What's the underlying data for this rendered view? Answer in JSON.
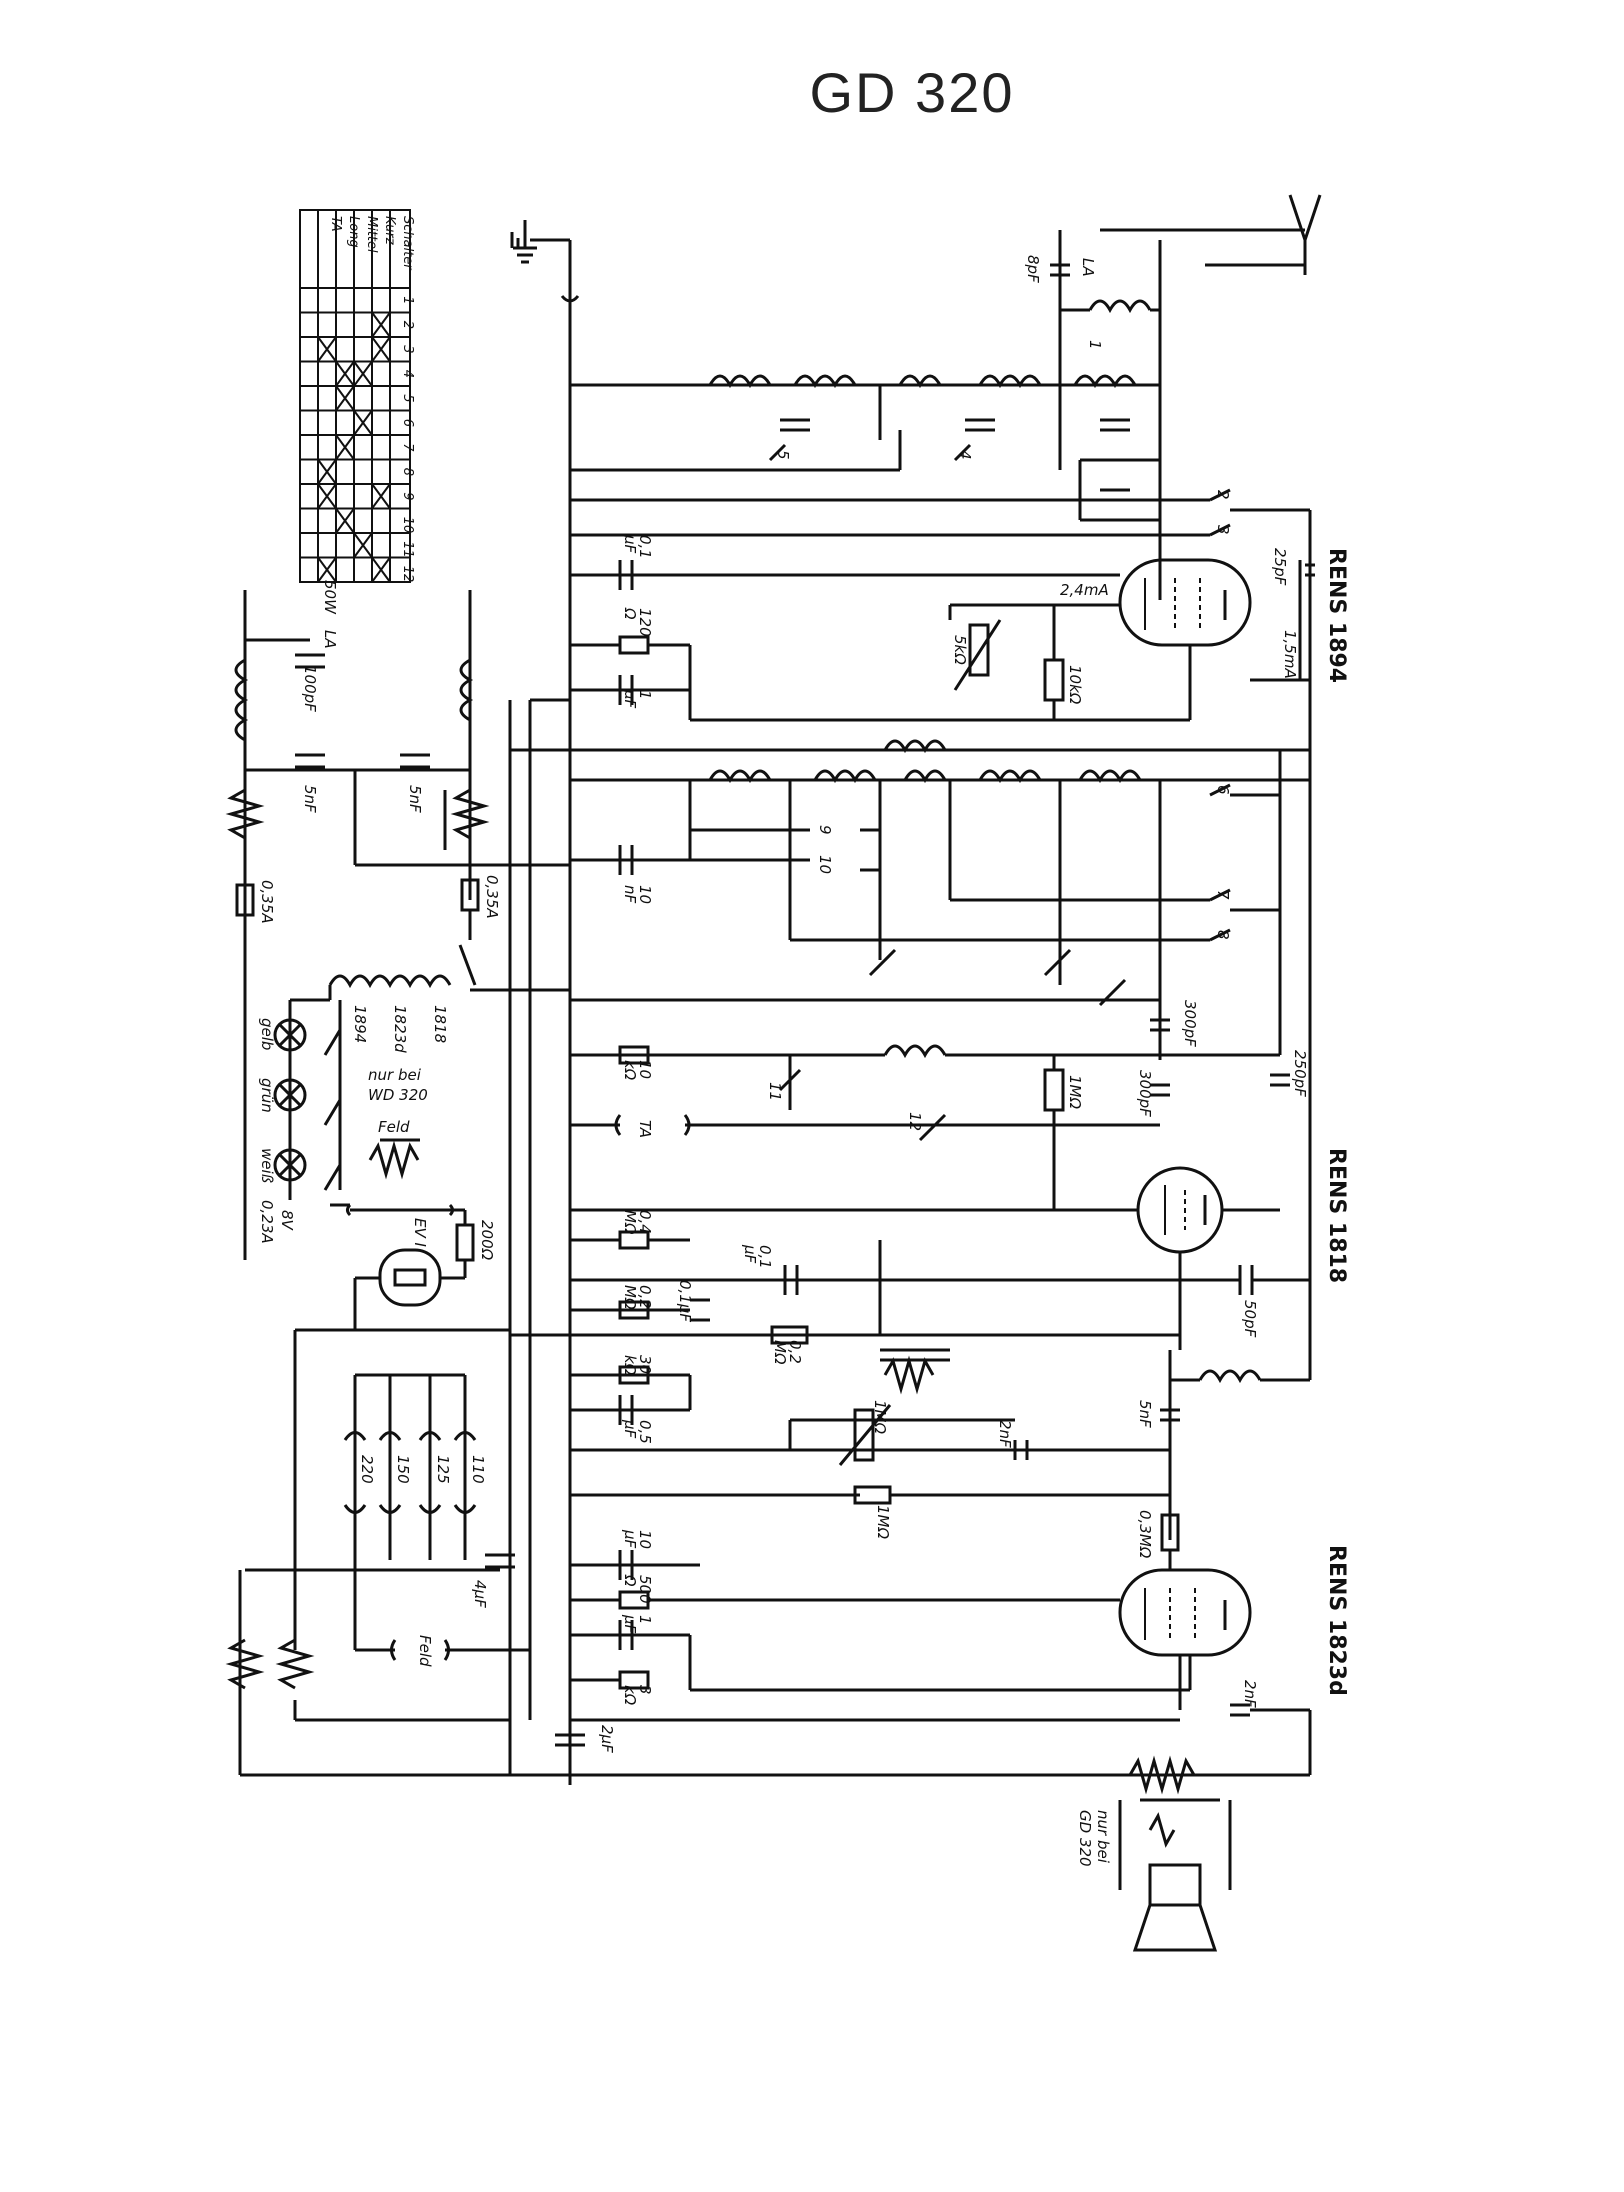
{
  "title": "GD 320",
  "tubes": [
    {
      "id": "t1",
      "name": "RENS 1894"
    },
    {
      "id": "t2",
      "name": "RENS 1818"
    },
    {
      "id": "t3",
      "name": "RENS 1823d"
    }
  ],
  "switch_table": {
    "header": "Schalter",
    "columns": [
      "1",
      "2",
      "3",
      "4",
      "5",
      "6",
      "7",
      "8",
      "9",
      "10",
      "11",
      "12"
    ],
    "rows": [
      "Kurz",
      "Mittel",
      "Long",
      "TA"
    ]
  },
  "labels": {
    "l_8pf": "8pF",
    "l_la_top": "LA",
    "l_25pf": "25pF",
    "l_24ma": "2,4mA",
    "l_15ma": "1,5mA",
    "l_5k": "5kΩ",
    "l_10k": "10kΩ",
    "l_120": "120",
    "l_120u": "Ω",
    "l_01": "0,1",
    "l_01u": "μF",
    "l_1": "1",
    "l_1u": "μF",
    "l_10nf": "10",
    "l_10nfu": "nF",
    "l_300pf_a": "300pF",
    "l_300pf_b": "300pF",
    "l_250pf": "250pF",
    "l_1mohm": "1MΩ",
    "l_10kohm": "10",
    "l_10kohmu": "kΩ",
    "l_ta": "TA",
    "l_50w": "50W",
    "l_la": "LA",
    "l_100pf": "100pF",
    "l_5nf_a": "5nF",
    "l_5nf_b": "5nF",
    "l_035a_a": "0,35A",
    "l_035a_b": "0,35A",
    "l_1894": "1894",
    "l_1823d": "1823d",
    "l_1818": "1818",
    "l_gelb": "gelb",
    "l_grun": "grün",
    "l_weiss": "weiß",
    "l_8v": "8V",
    "l_023a": "0,23A",
    "l_nur": "nur bei",
    "l_wd320": "WD 320",
    "l_feld": "Feld",
    "l_ev1": "EV I",
    "l_200": "200Ω",
    "l_04": "0,4",
    "l_04u": "MΩ",
    "l_01b": "0,1",
    "l_01bu": "μF",
    "l_02": "0,2",
    "l_02u": "MΩ",
    "l_01c": "0,1μF",
    "l_02b": "0,2",
    "l_02bu": "MΩ",
    "l_30": "30",
    "l_30u": "kΩ",
    "l_05": "0,5",
    "l_05u": "μF",
    "l_50pf": "50pF",
    "l_5nf_c": "5nF",
    "l_2nf": "2nF",
    "l_1mohm_pot": "1MΩ",
    "l_1mohm_b": "1MΩ",
    "l_03m": "0,3MΩ",
    "l_220": "220",
    "l_150": "150",
    "l_125": "125",
    "l_110": "110",
    "l_4uf": "4μF",
    "l_feld2": "Feld",
    "l_10p": "10",
    "l_10pu": "μF",
    "l_500": "500",
    "l_500u": "Ω",
    "l_1b": "1",
    "l_1bu": "μF",
    "l_3": "3",
    "l_3u": "kΩ",
    "l_2uf": "2μF",
    "l_2nf_b": "2nF",
    "l_nur2": "nur bei",
    "l_gd320": "GD 320",
    "sw1": "1",
    "sw2": "2",
    "sw3": "3",
    "sw4": "4",
    "sw5": "5",
    "sw6": "6",
    "sw7": "7",
    "sw8": "8",
    "sw9": "9",
    "sw10": "10",
    "sw11": "11",
    "sw12": "12"
  }
}
